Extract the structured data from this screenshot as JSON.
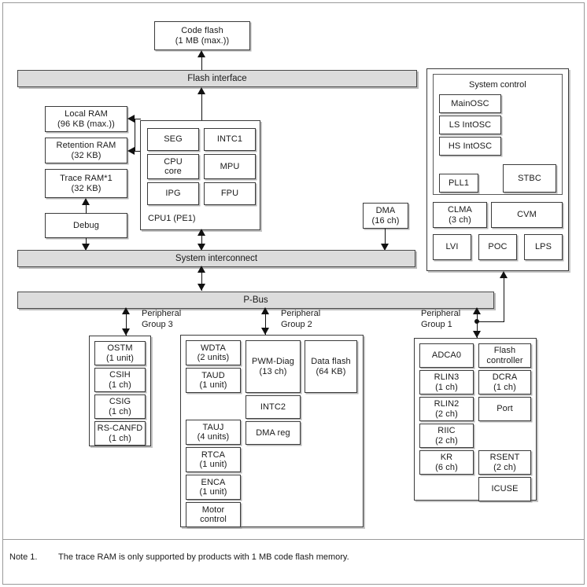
{
  "figure": {
    "footnote_id": "Note 1.",
    "footnote_text": "The trace RAM is only supported by products with 1 MB code flash memory."
  },
  "buses": {
    "flash_interface": "Flash interface",
    "system_interconnect": "System interconnect",
    "p_bus": "P-Bus"
  },
  "memory": {
    "code_flash": {
      "l1": "Code flash",
      "l2": "(1 MB (max.))"
    },
    "local_ram": {
      "l1": "Local RAM",
      "l2": "(96 KB (max.))"
    },
    "retention_ram": {
      "l1": "Retention RAM",
      "l2": "(32 KB)"
    },
    "trace_ram": {
      "l1": "Trace RAM*1",
      "l2": "(32 KB)"
    },
    "debug": {
      "l1": "Debug",
      "l2": ""
    }
  },
  "cpu": {
    "caption": "CPU1 (PE1)",
    "units": [
      {
        "l1": "SEG",
        "l2": ""
      },
      {
        "l1": "INTC1",
        "l2": ""
      },
      {
        "l1": "CPU",
        "l2": "core"
      },
      {
        "l1": "MPU",
        "l2": ""
      },
      {
        "l1": "IPG",
        "l2": ""
      },
      {
        "l1": "FPU",
        "l2": ""
      }
    ]
  },
  "dma": {
    "l1": "DMA",
    "l2": "(16 ch)"
  },
  "system_control": {
    "title": "System control",
    "osc": [
      {
        "l1": "MainOSC",
        "l2": ""
      },
      {
        "l1": "LS IntOSC",
        "l2": ""
      },
      {
        "l1": "HS IntOSC",
        "l2": ""
      }
    ],
    "pll": {
      "l1": "PLL1",
      "l2": ""
    },
    "stbc": {
      "l1": "STBC",
      "l2": ""
    },
    "monitors": [
      {
        "l1": "CLMA",
        "l2": "(3 ch)"
      },
      {
        "l1": "CVM",
        "l2": ""
      }
    ],
    "supply": [
      {
        "l1": "LVI",
        "l2": ""
      },
      {
        "l1": "POC",
        "l2": ""
      },
      {
        "l1": "LPS",
        "l2": ""
      }
    ]
  },
  "peripheral_groups": {
    "group3": {
      "label_l1": "Peripheral",
      "label_l2": "Group 3",
      "items": [
        {
          "l1": "OSTM",
          "l2": "(1 unit)"
        },
        {
          "l1": "CSIH",
          "l2": "(1 ch)"
        },
        {
          "l1": "CSIG",
          "l2": "(1 ch)"
        },
        {
          "l1": "RS-CANFD",
          "l2": "(1 ch)"
        }
      ]
    },
    "group2": {
      "label_l1": "Peripheral",
      "label_l2": "Group 2",
      "col1": [
        {
          "l1": "WDTA",
          "l2": "(2 units)"
        },
        {
          "l1": "TAUD",
          "l2": "(1 unit)"
        },
        {
          "l1": "TAUJ",
          "l2": "(4 units)"
        },
        {
          "l1": "RTCA",
          "l2": "(1 unit)"
        },
        {
          "l1": "ENCA",
          "l2": "(1 unit)"
        },
        {
          "l1": "Motor",
          "l2": "control"
        }
      ],
      "col2": [
        {
          "l1": "PWM-Diag",
          "l2": "(13 ch)"
        },
        {
          "l1": "INTC2",
          "l2": ""
        },
        {
          "l1": "DMA reg",
          "l2": ""
        }
      ],
      "col3": [
        {
          "l1": "Data flash",
          "l2": "(64 KB)"
        }
      ]
    },
    "group1": {
      "label_l1": "Peripheral",
      "label_l2": "Group 1",
      "col1": [
        {
          "l1": "ADCA0",
          "l2": ""
        },
        {
          "l1": "RLIN3",
          "l2": "(1 ch)"
        },
        {
          "l1": "RLIN2",
          "l2": "(2 ch)"
        },
        {
          "l1": "RIIC",
          "l2": "(2 ch)"
        },
        {
          "l1": "KR",
          "l2": "(6 ch)"
        }
      ],
      "col2": [
        {
          "l1": "Flash",
          "l2": "controller"
        },
        {
          "l1": "DCRA",
          "l2": "(1 ch)"
        },
        {
          "l1": "Port",
          "l2": ""
        },
        {
          "l1": "RSENT",
          "l2": "(2 ch)"
        },
        {
          "l1": "ICUSE",
          "l2": ""
        }
      ]
    }
  }
}
